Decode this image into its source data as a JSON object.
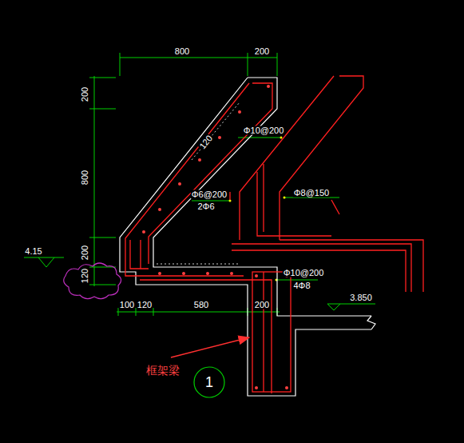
{
  "diagram": {
    "nodes": [
      {
        "text": [
          "1"
        ]
      }
    ],
    "labels": [
      "800",
      "200",
      "200",
      "800",
      "200",
      "120",
      "120",
      "4.15",
      "Φ10@200",
      "Φ6@200",
      "2Φ6",
      "Φ8@150",
      "Φ10@200",
      "4Φ8",
      "3.850",
      "100",
      "120",
      "580",
      "200",
      "框架梁"
    ]
  }
}
